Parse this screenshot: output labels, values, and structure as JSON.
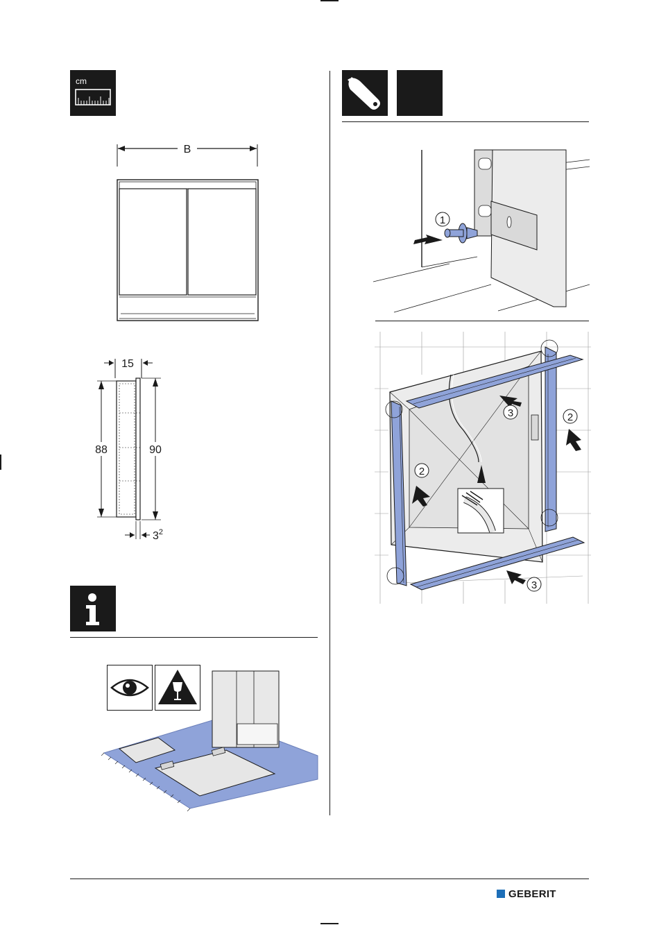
{
  "measure_icon": {
    "unit": "cm"
  },
  "front_view": {
    "width_label": "B"
  },
  "side_view": {
    "depth_label": "15",
    "inner_height_label": "88",
    "outer_height_label": "90",
    "offset_base": "3",
    "offset_exp": "2"
  },
  "step_figure_1": {
    "callouts": [
      "1"
    ]
  },
  "step_figure_2": {
    "callouts": [
      "2",
      "2",
      "3",
      "3"
    ]
  },
  "footer": {
    "brand": "GEBERIT",
    "brand_color": "#1d6fb8"
  },
  "colors": {
    "accent_blue": "#8fa3d9",
    "ink": "#1a1a1a"
  }
}
